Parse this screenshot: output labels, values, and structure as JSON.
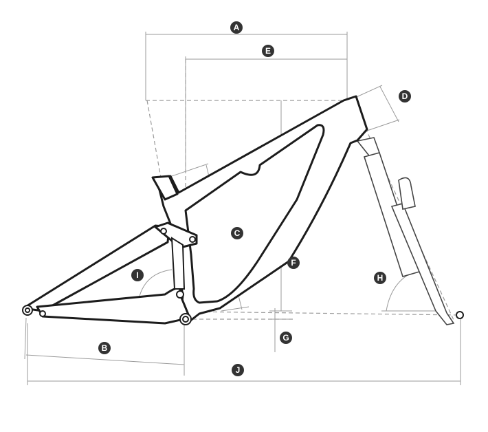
{
  "diagram": {
    "labels": {
      "A": "A",
      "B": "B",
      "C": "C",
      "D": "D",
      "E": "E",
      "F": "F",
      "G": "G",
      "H": "H",
      "I": "I",
      "J": "J"
    },
    "colors": {
      "frame": "#1c1c1c",
      "dimension": "#9a9a9a",
      "badge": "#333333"
    }
  }
}
